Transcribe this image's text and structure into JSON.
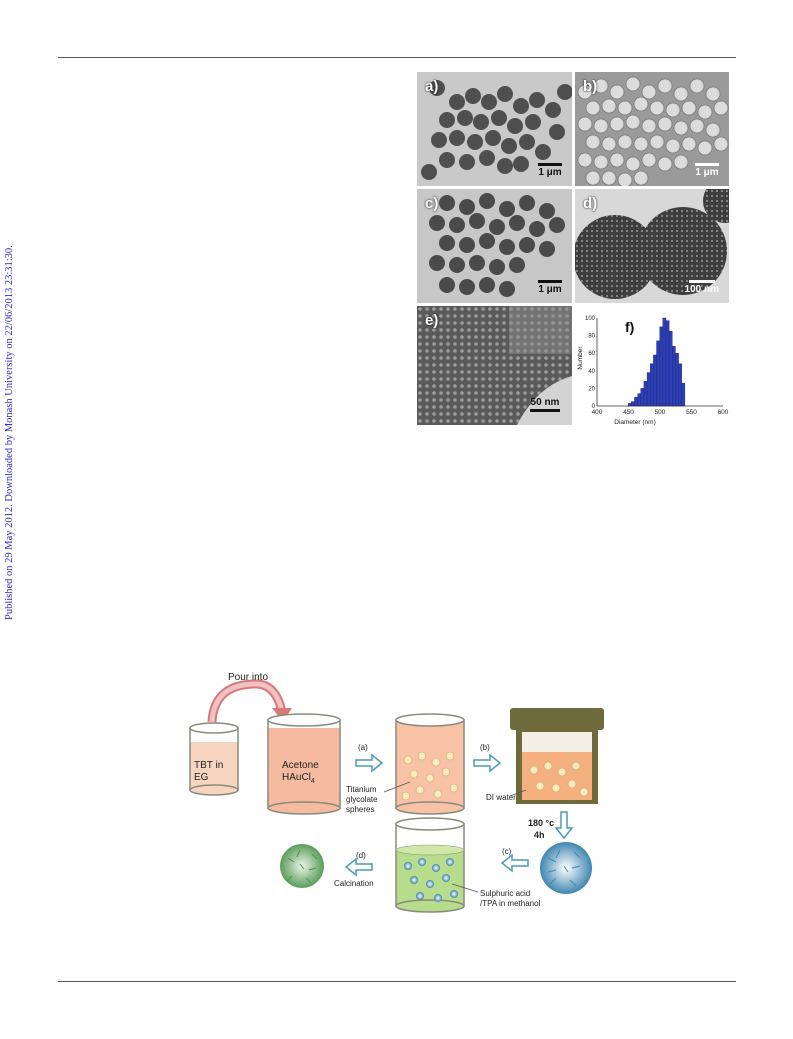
{
  "sidebar_text": "Published on 29 May 2012. Downloaded by Monash University on 22/06/2013 23:31:30.",
  "figure1": {
    "panels": [
      {
        "label": "a)",
        "scale": "1 μm"
      },
      {
        "label": "b)",
        "scale": "1 μm"
      },
      {
        "label": "c)",
        "scale": "1 μm"
      },
      {
        "label": "d)",
        "scale": "100 nm"
      },
      {
        "label": "e)",
        "scale": "50 nm"
      },
      {
        "label": "f)"
      }
    ]
  },
  "chart_data": {
    "type": "bar",
    "title": "",
    "xlabel": "Diameter (nm)",
    "ylabel": "Number",
    "xlim": [
      400,
      600
    ],
    "ylim": [
      0,
      100
    ],
    "xticks": [
      400,
      450,
      500,
      550,
      600
    ],
    "yticks": [
      0,
      20,
      40,
      60,
      80,
      100
    ],
    "bin_width": 5,
    "bin_centers": [
      452,
      457,
      462,
      467,
      472,
      477,
      482,
      487,
      492,
      497,
      502,
      507,
      512,
      517,
      522,
      527,
      532,
      537
    ],
    "values": [
      3,
      5,
      10,
      14,
      20,
      28,
      38,
      48,
      58,
      74,
      90,
      100,
      97,
      85,
      68,
      60,
      48,
      26
    ],
    "color": "#2c3fb5"
  },
  "scheme": {
    "pour_into": "Pour into",
    "beaker1": [
      "TBT in",
      "EG"
    ],
    "beaker2_line1": "Acetone",
    "beaker2_line2_main": "HAuCl",
    "beaker2_line2_sub": "4",
    "step_a": "(a)",
    "step_b": "(b)",
    "step_c": "(c)",
    "step_d": "(d)",
    "titanium": [
      "Titanium",
      "glycolate",
      "spheres"
    ],
    "di_water": "DI water",
    "autoclave": [
      "180 °c",
      "4h"
    ],
    "sulphuric": [
      "Sulphuric acid",
      "/TPA in methanol"
    ],
    "calcination": "Calcination"
  }
}
